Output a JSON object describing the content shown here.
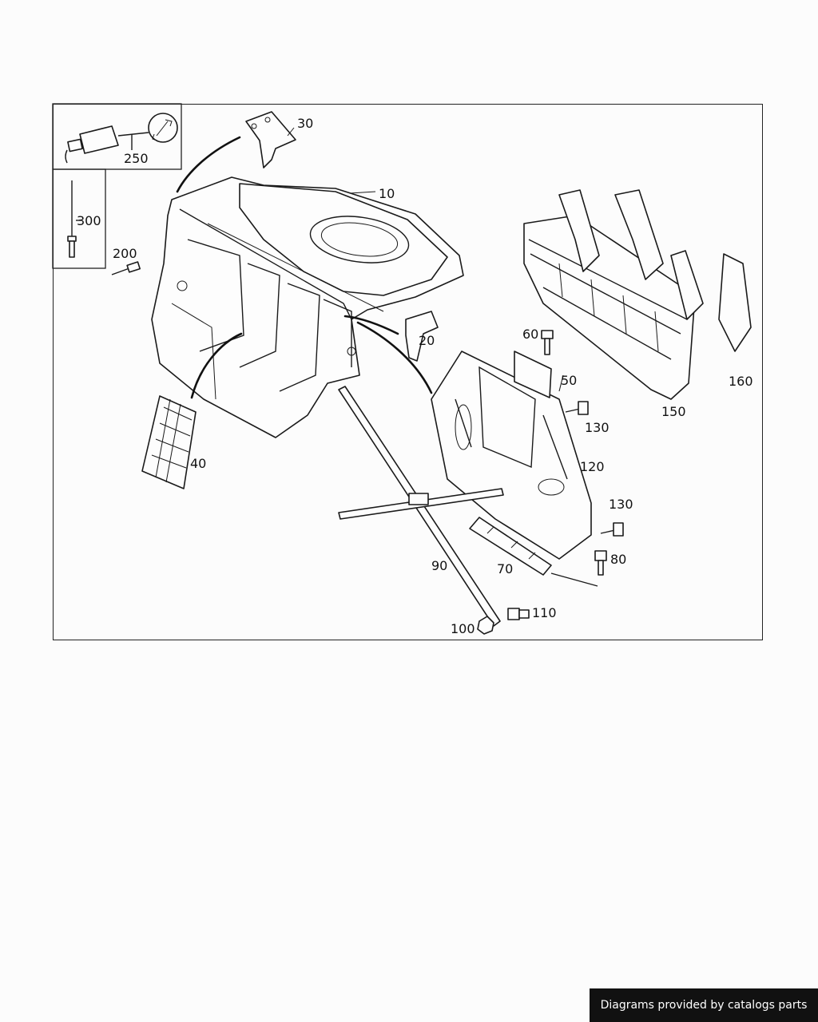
{
  "diagram": {
    "labels": [
      "10",
      "20",
      "30",
      "40",
      "50",
      "60",
      "70",
      "80",
      "90",
      "100",
      "110",
      "120",
      "130",
      "130",
      "150",
      "160",
      "200",
      "250",
      "300"
    ]
  },
  "footer": {
    "text": "Diagrams provided by catalogs parts"
  }
}
